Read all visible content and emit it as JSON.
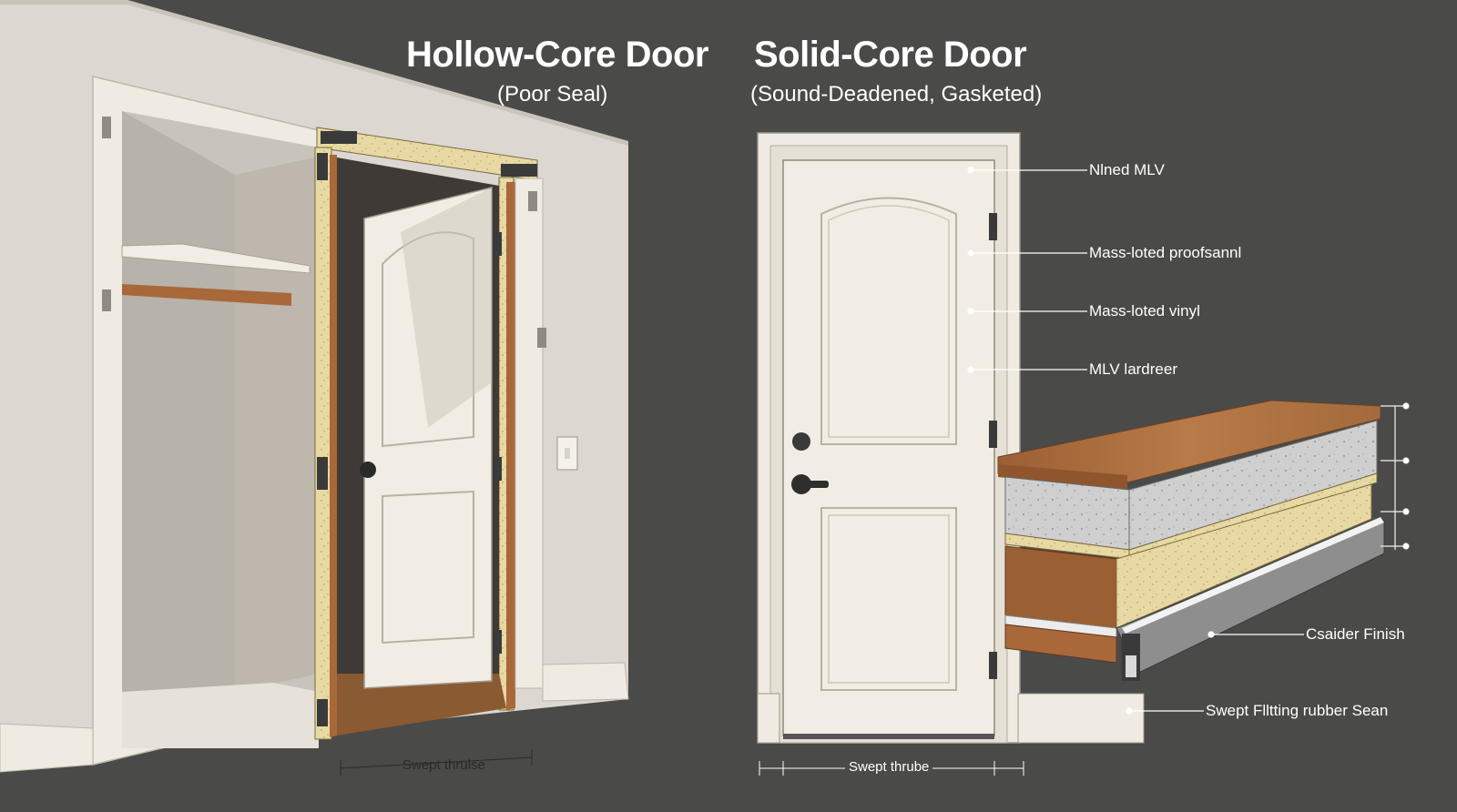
{
  "titles": {
    "left_title": "Hollow-Core Door",
    "left_subtitle": "(Poor Seal)",
    "right_title": "Solid-Core Door",
    "right_subtitle": "(Sound-Deadened, Gasketed)"
  },
  "callouts": {
    "c1": "Nlned MLV",
    "c2": "Mass-loted proofsannl",
    "c3": "Mass-loted vinyl",
    "c4": "MLV lardreer",
    "c5": "Csaider Finish",
    "c6": "Swept Flltting rubber Sean"
  },
  "dimensions": {
    "left_threshold": "Swept thrulse",
    "right_threshold": "Swept thrube"
  },
  "colors": {
    "background": "#4a4a48",
    "wall": "#dcd7d0",
    "trim": "#efebe2",
    "door": "#f1ede4",
    "insulation": "#e8d9a4",
    "wood": "#a8683a",
    "concrete": "#c9c9c9"
  }
}
